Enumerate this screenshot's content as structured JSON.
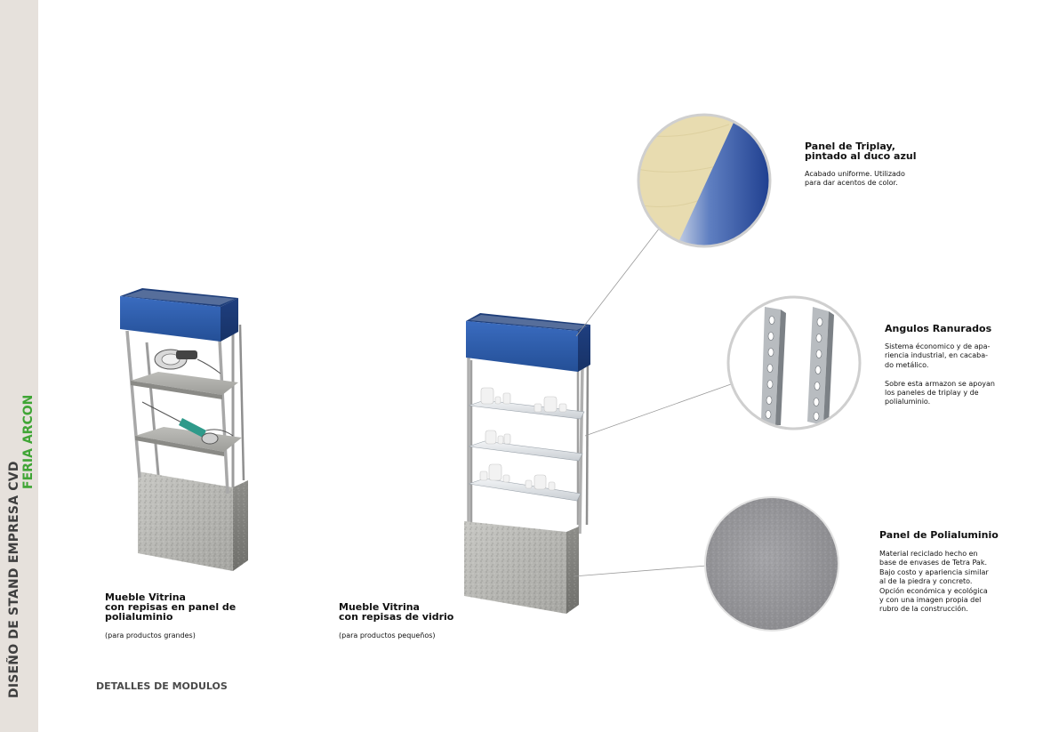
{
  "sidebar": {
    "title": "DISEÑO DE STAND EMPRESA CVD",
    "subtitle": "FERIA ARCON"
  },
  "footer": {
    "label": "DETALLES DE MODULOS"
  },
  "modules": [
    {
      "line1": "Mueble Vitrina",
      "line2": "con repisas en panel de",
      "line3": "polialuminio",
      "note": "(para productos grandes)"
    },
    {
      "line1": "Mueble Vitrina",
      "line2": "con repisas de vidrio",
      "note": "(para productos pequeños)"
    }
  ],
  "details": [
    {
      "title_line1": "Panel de Triplay,",
      "title_line2": "pintado al duco azul",
      "body": [
        "Acabado uniforme. Utilizado",
        "para dar acentos de color."
      ]
    },
    {
      "title": "Angulos Ranurados",
      "body": [
        "Sistema économico y de apa-",
        "riencia industrial, en cacaba-",
        "do metálico.",
        "",
        "Sobre esta armazon se apoyan",
        "los paneles de triplay y de",
        "polialuminio."
      ]
    },
    {
      "title": "Panel de Polialuminio",
      "body": [
        "Material reciclado hecho en",
        "base de envases de Tetra Pak.",
        "Bajo costo y apariencia similar",
        "al de la piedra y concreto.",
        "Opción económica y ecológica",
        "y con una imagen propia del",
        "rubro de la construcción."
      ]
    }
  ],
  "colors": {
    "sidebar_bg": "#e6e1dc",
    "title_gray": "#3f3f3f",
    "accent_green": "#3fa535",
    "panel_blue": "#2f5fa7",
    "plywood": "#e8dcb0",
    "concrete": "#b8b8b4"
  }
}
